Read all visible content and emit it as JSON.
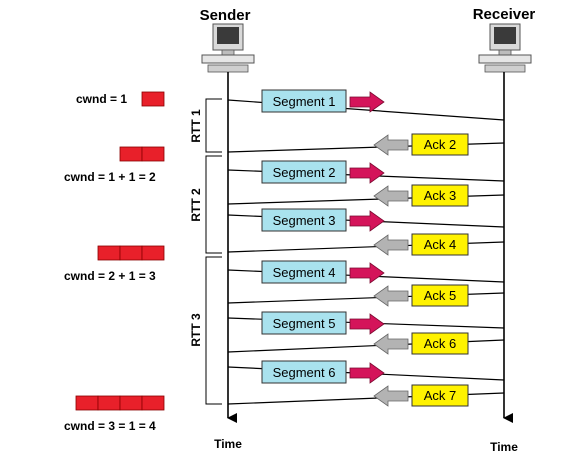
{
  "header": {
    "sender": "Sender",
    "receiver": "Receiver"
  },
  "time_labels": {
    "sender": "Time",
    "receiver": "Time"
  },
  "rtt_labels": [
    "RTT 1",
    "RTT 2",
    "RTT 3"
  ],
  "segments": [
    "Segment 1",
    "Segment 2",
    "Segment 3",
    "Segment 4",
    "Segment 5",
    "Segment 6"
  ],
  "acks": [
    "Ack 2",
    "Ack 3",
    "Ack 4",
    "Ack 5",
    "Ack 6",
    "Ack 7"
  ],
  "cwnd": [
    {
      "label": "cwnd = 1",
      "blocks": 1
    },
    {
      "label": "cwnd = 1 + 1 = 2",
      "blocks": 2
    },
    {
      "label": "cwnd = 2 + 1 = 3",
      "blocks": 3
    },
    {
      "label": "cwnd = 3 = 1 = 4",
      "blocks": 4
    }
  ],
  "colors": {
    "segment_fill": "#a9e2ee",
    "ack_fill": "#fff200",
    "segment_arrow": "#d4145a",
    "ack_arrow": "#b3b3b3",
    "cwnd_block": "#e8202a",
    "line": "#000000"
  },
  "icons": {
    "sender": "computer-icon",
    "receiver": "computer-icon"
  }
}
